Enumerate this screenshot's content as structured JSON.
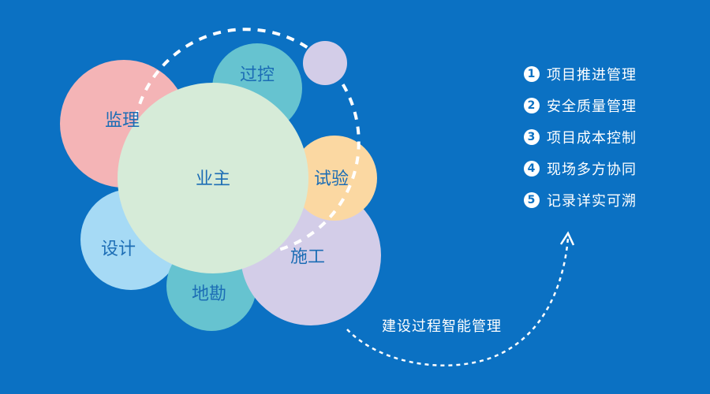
{
  "center": "业主",
  "bubbles": {
    "supervision": "监理",
    "process_control": "过控",
    "testing": "试验",
    "construction": "施工",
    "survey": "地勘",
    "design": "设计"
  },
  "features": [
    {
      "num": "1",
      "label": "项目推进管理"
    },
    {
      "num": "2",
      "label": "安全质量管理"
    },
    {
      "num": "3",
      "label": "项目成本控制"
    },
    {
      "num": "4",
      "label": "现场多方协同"
    },
    {
      "num": "5",
      "label": "记录详实可溯"
    }
  ],
  "flow_label": "建设过程智能管理",
  "colors": {
    "background": "#0b71c3",
    "pink": "#f4b4b6",
    "teal": "#66c3d0",
    "lavender": "#d3cde8",
    "orange": "#fbd8a2",
    "lightblue": "#a6daf5",
    "mint": "#d6ebd8"
  }
}
